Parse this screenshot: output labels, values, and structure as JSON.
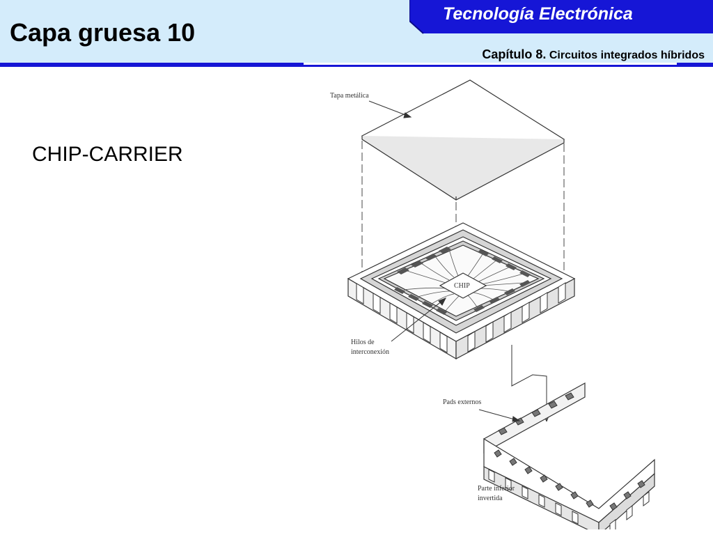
{
  "slide": {
    "title": "Capa gruesa 10",
    "course": "Tecnología Electrónica",
    "chapter_prefix": "Capítulo 8.",
    "chapter_name": "Circuitos integrados híbridos",
    "subtitle": "CHIP-CARRIER"
  },
  "colors": {
    "header_bg": "#d4ecfb",
    "accent_blue": "#1616d6"
  },
  "figure": {
    "labels": {
      "lid": "Tapa metálica",
      "chip": "CHIP",
      "wires_line1": "Hilos de",
      "wires_line2": "interconexión",
      "pads": "Pads externos",
      "bottom_line1": "Parte inferior",
      "bottom_line2": "invertida"
    }
  }
}
